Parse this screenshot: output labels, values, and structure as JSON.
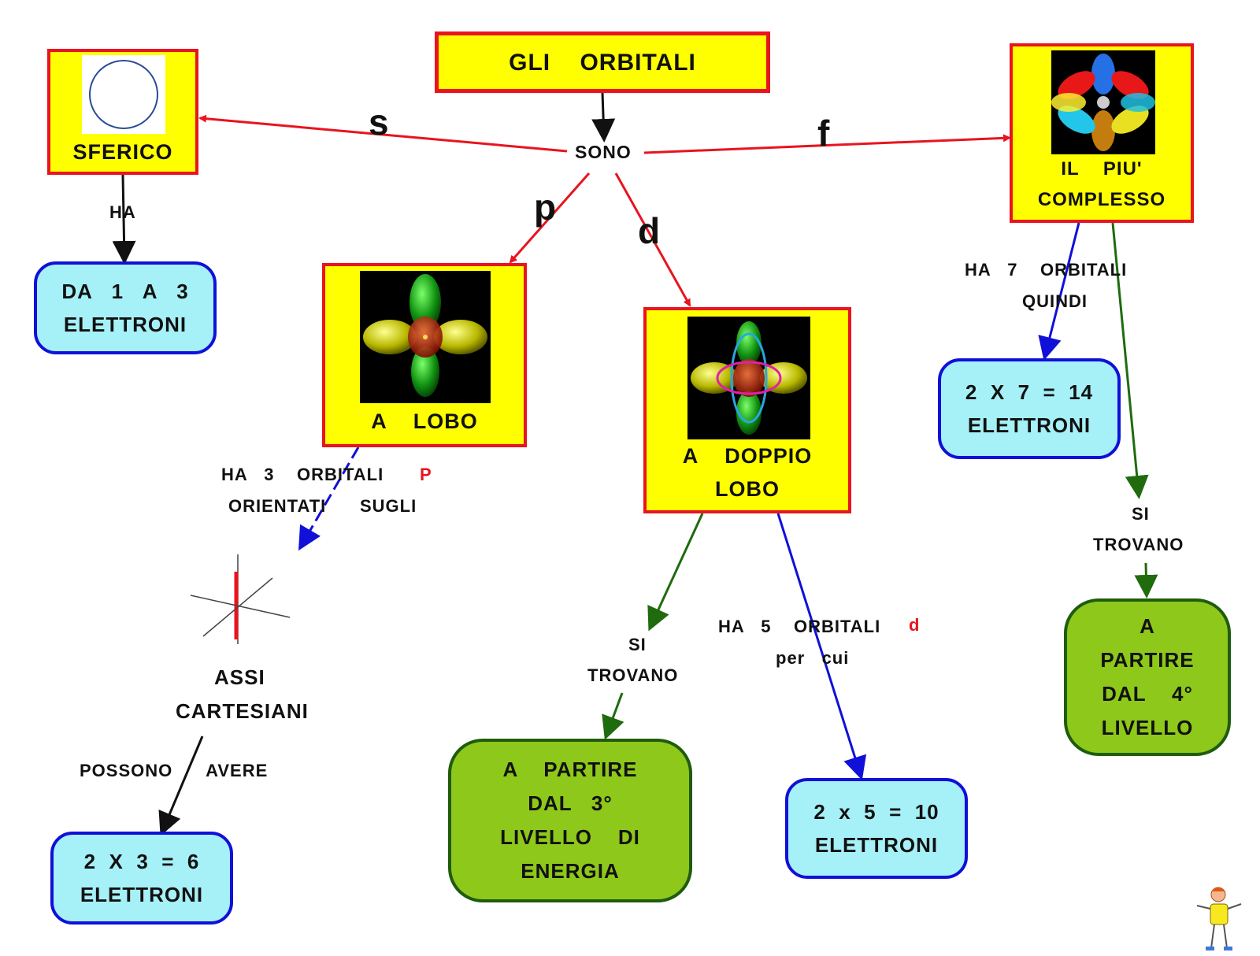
{
  "title": "GLI    ORBITALI",
  "sono": "SONO",
  "edge_letters": {
    "s": "s",
    "p": "p",
    "d": "d",
    "f": "f"
  },
  "nodes": {
    "s": {
      "label": "SFERICO"
    },
    "p": {
      "label": "A    LOBO"
    },
    "d": {
      "line1": "A    DOPPIO",
      "line2": "LOBO"
    },
    "f": {
      "line1": "IL    PIU'",
      "line2": "COMPLESSO"
    }
  },
  "link_labels": {
    "s_ha": "HA",
    "p_line1": "HA   3    ORBITALI",
    "p_letter": "P",
    "p_line2": "ORIENTATI      SUGLI",
    "assi1": "ASSI",
    "assi2": "CARTESIANI",
    "possono": "POSSONO      AVERE",
    "d_si": "SI",
    "d_trovano": "TROVANO",
    "d_ha": "HA   5    ORBITALI",
    "d_letter": "d",
    "d_percui": "per   cui",
    "f_ha": "HA   7    ORBITALI",
    "f_quindi": "QUINDI",
    "f_si": "SI",
    "f_trovano": "TROVANO"
  },
  "results": {
    "s_electrons": {
      "line1": "DA   1   A   3",
      "line2": "ELETTRONI"
    },
    "p_electrons": {
      "line1": "2  X  3  =  6",
      "line2": "ELETTRONI"
    },
    "d_electrons": {
      "line1": "2  x  5  =  10",
      "line2": "ELETTRONI"
    },
    "f_electrons": {
      "line1": "2  X  7  =  14",
      "line2": "ELETTRONI"
    },
    "d_level": {
      "line1": "A    PARTIRE",
      "line2": "DAL   3°",
      "line3": "LIVELLO    DI",
      "line4": "ENERGIA"
    },
    "f_level": {
      "line1": "A",
      "line2": "PARTIRE",
      "line3": "DAL    4°",
      "line4": "LIVELLO"
    }
  },
  "colors": {
    "red": "#e8141e",
    "blue": "#1010d8",
    "green": "#1f6b0e",
    "black": "#111111",
    "yellow": "#ffff00",
    "cyan": "#a6f0f7",
    "lime": "#8ec81a"
  }
}
